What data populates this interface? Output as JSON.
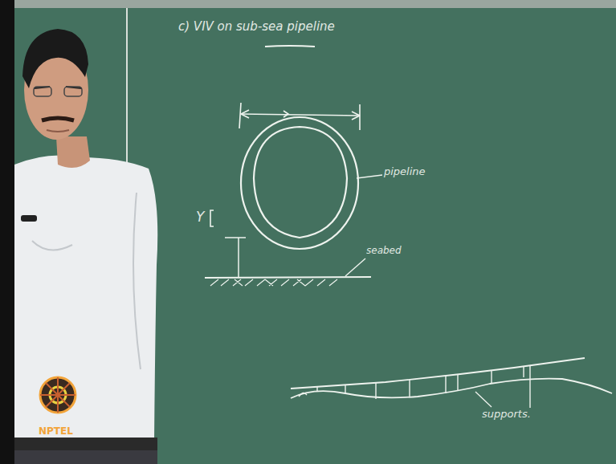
{
  "diagram": {
    "title": "c) VIV on sub-sea pipeline",
    "labels": [
      "pipeline",
      "Y",
      "seabed",
      "supports.",
      "NPTEL"
    ]
  }
}
